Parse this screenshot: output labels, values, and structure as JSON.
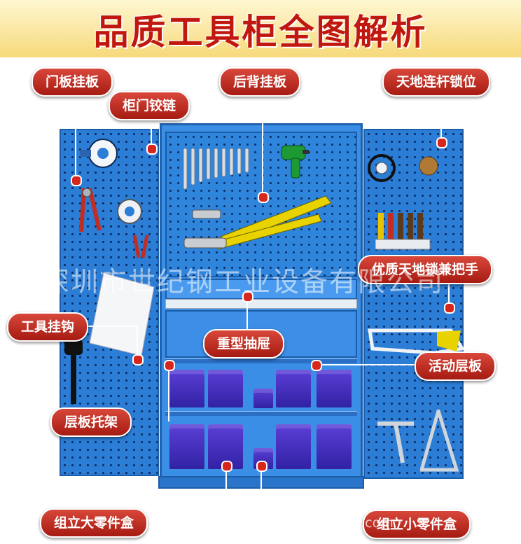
{
  "title": "品质工具柜全图解析",
  "watermark": "深圳市世纪钢工业设备有限公司",
  "url_watermark": "http://3886y.com",
  "colors": {
    "title_red": "#c0180e",
    "cabinet_blue": "#2b7dd6",
    "callout_red": "#c0302a",
    "bin_purple": "#4a2fc4"
  },
  "callouts": {
    "door_pegboard": "门板挂板",
    "door_hinge": "柜门铰链",
    "back_pegboard": "后背挂板",
    "rod_lock": "天地连杆锁位",
    "lock_handle": "优质天地锁兼把手",
    "tool_hook": "工具挂钩",
    "heavy_drawer": "重型抽屉",
    "movable_shelf": "活动层板",
    "shelf_bracket": "层板托架",
    "large_parts_box": "组立大零件盒",
    "small_parts_box": "组立小零件盒"
  }
}
